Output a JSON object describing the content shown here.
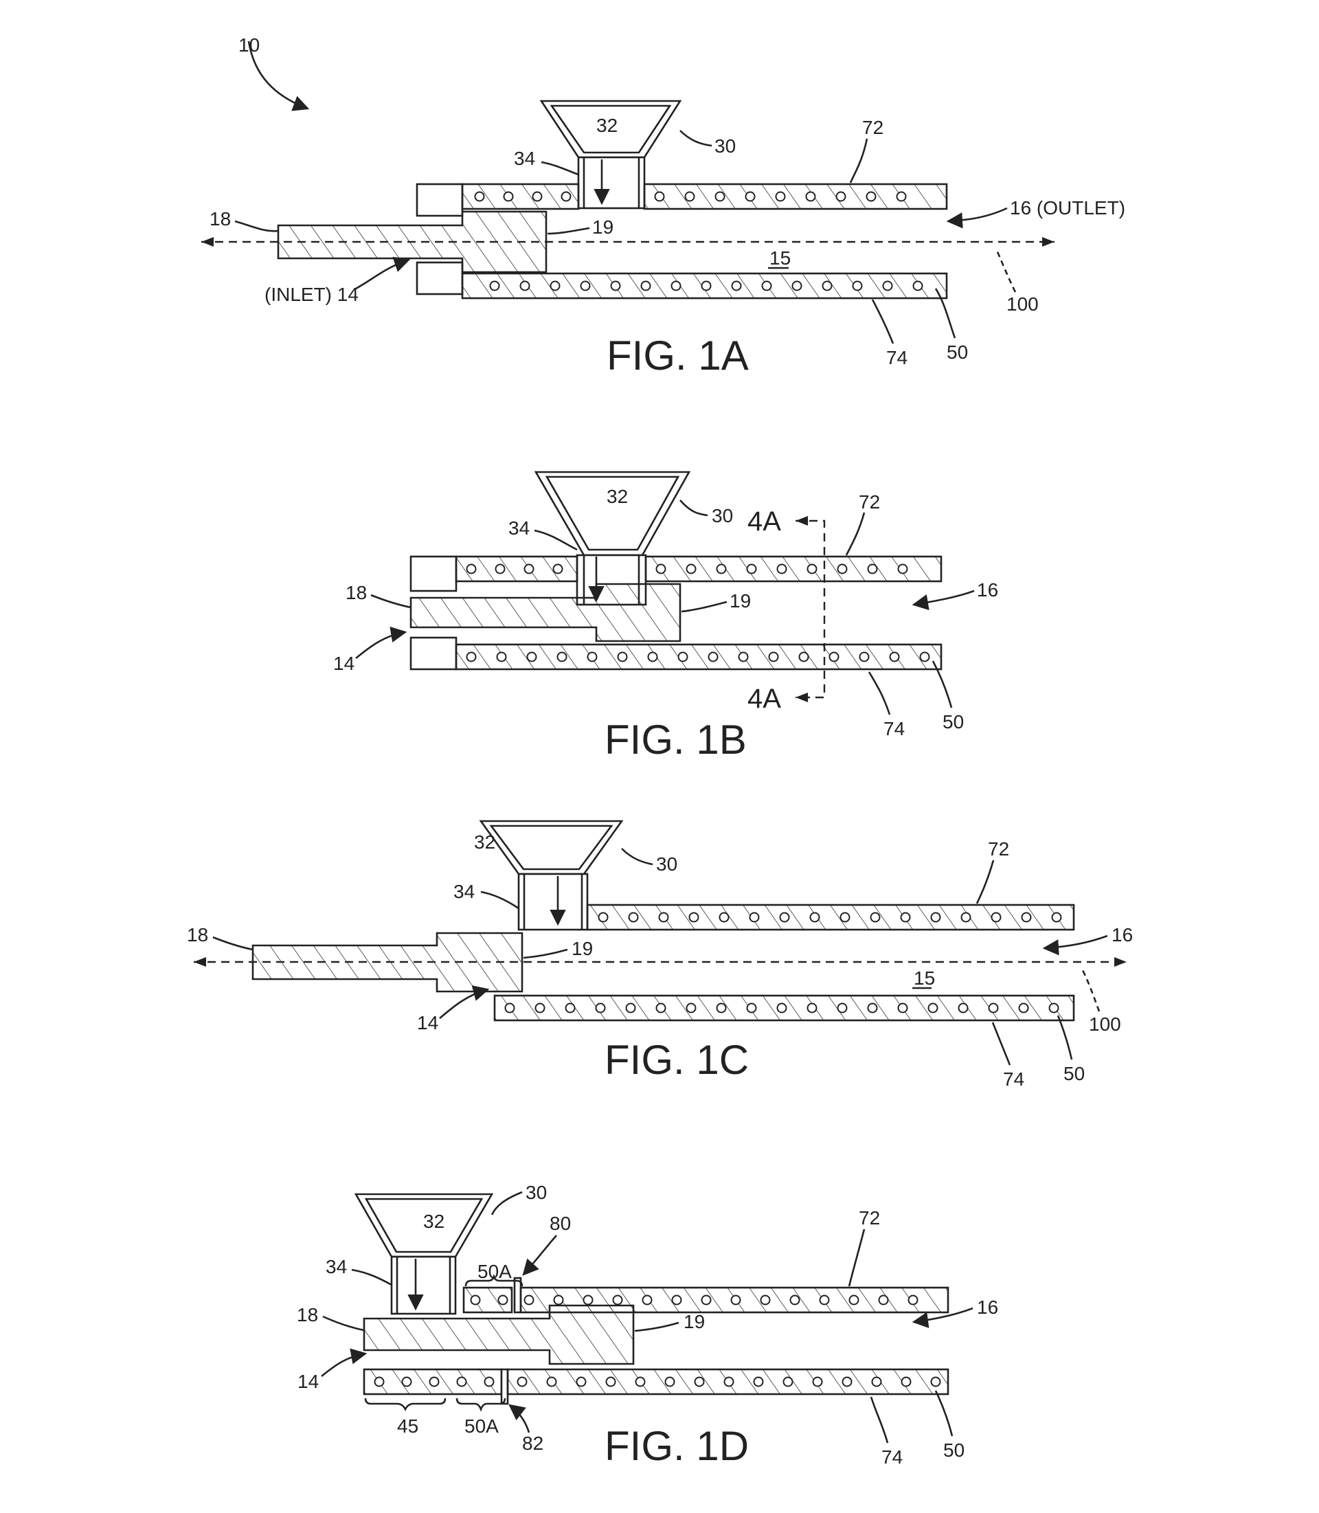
{
  "figures": [
    {
      "caption": "FIG. 1A",
      "labels": {
        "ref10": "10",
        "ref18": "18",
        "ref19": "19",
        "ref32": "32",
        "ref30": "30",
        "ref34": "34",
        "ref72": "72",
        "ref16": "16 (OUTLET)",
        "ref15": "15",
        "ref14": "(INLET) 14",
        "ref100": "100",
        "ref74": "74",
        "ref50": "50"
      }
    },
    {
      "caption": "FIG. 1B",
      "labels": {
        "ref32": "32",
        "ref30": "30",
        "ref34": "34",
        "ref72": "72",
        "ref18": "18",
        "ref19": "19",
        "ref16": "16",
        "ref14": "14",
        "ref74": "74",
        "ref50": "50",
        "sec_top": "4A",
        "sec_bot": "4A"
      }
    },
    {
      "caption": "FIG. 1C",
      "labels": {
        "ref32": "32",
        "ref30": "30",
        "ref34": "34",
        "ref72": "72",
        "ref18": "18",
        "ref19": "19",
        "ref16": "16",
        "ref15": "15",
        "ref14": "14",
        "ref100": "100",
        "ref74": "74",
        "ref50": "50"
      }
    },
    {
      "caption": "FIG. 1D",
      "labels": {
        "ref30": "30",
        "ref32": "32",
        "ref34": "34",
        "ref80": "80",
        "ref50A_top": "50A",
        "ref72": "72",
        "ref18": "18",
        "ref19": "19",
        "ref16": "16",
        "ref14": "14",
        "ref45": "45",
        "ref50A_bot": "50A",
        "ref82": "82",
        "ref74": "74",
        "ref50": "50"
      }
    }
  ]
}
